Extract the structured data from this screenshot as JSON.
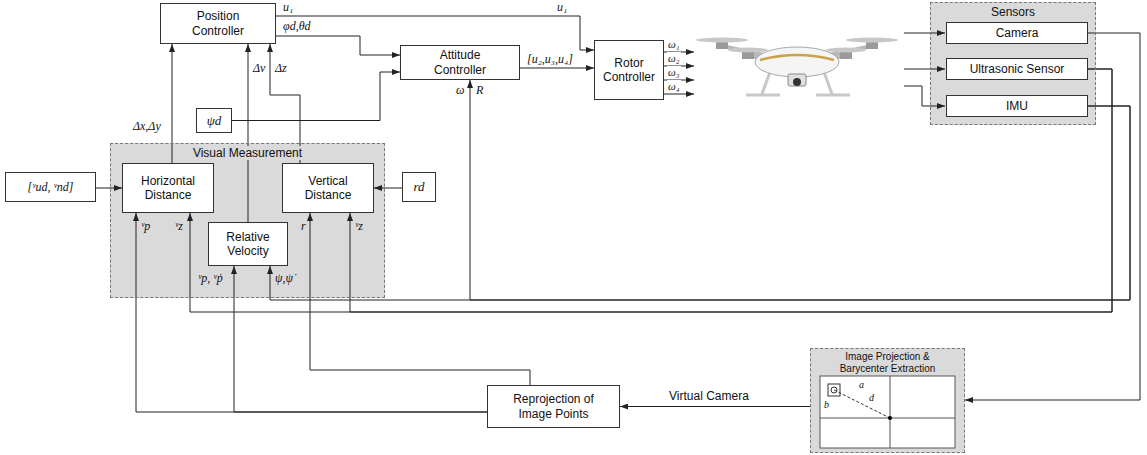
{
  "diagram": {
    "nodes": [
      {
        "text": [
          "Position Controller"
        ]
      },
      {
        "text": [
          "Attitude Controller"
        ]
      },
      {
        "text": [
          "Rotor Controller"
        ]
      },
      {
        "text": [
          "Sensors"
        ]
      },
      {
        "text": [
          "Camera"
        ],
        "in": 3
      },
      {
        "text": [
          "Ultrasonic Sensor"
        ],
        "in": 3
      },
      {
        "text": [
          "IMU"
        ],
        "in": 3
      },
      {
        "text": [
          "ψd"
        ]
      },
      {
        "text": [
          "Visual Measurement"
        ]
      },
      {
        "text": [
          "Horizontal Distance"
        ],
        "in": 8
      },
      {
        "text": [
          "Vertical Distance"
        ],
        "in": 8
      },
      {
        "text": [
          "Relative Velocity"
        ],
        "in": 8
      },
      {
        "text": [
          "[ᵛud, ᵛnd]"
        ]
      },
      {
        "text": [
          "rd"
        ]
      },
      {
        "text": [
          "Image Projection & Barycenter Extraction"
        ]
      },
      {
        "text": [
          "Reprojection of Image Points"
        ]
      }
    ],
    "edges": [
      {
        "from": 0,
        "to": 2,
        "arrow": "to",
        "label": "u₁"
      },
      {
        "from": 0,
        "to": 1,
        "arrow": "to",
        "label": "φd,θd"
      },
      {
        "from": 1,
        "to": 2,
        "arrow": "to",
        "label": "[u₂,u₃,u₄]"
      },
      {
        "from": 7,
        "to": 1,
        "arrow": "to"
      },
      {
        "from": 9,
        "to": 0,
        "arrow": "to",
        "label": "Δx,Δy"
      },
      {
        "from": 11,
        "to": 0,
        "arrow": "to",
        "label": "Δv"
      },
      {
        "from": 10,
        "to": 0,
        "arrow": "to",
        "label": "Δz"
      },
      {
        "from": 12,
        "to": 9,
        "arrow": "to"
      },
      {
        "from": 13,
        "to": 10,
        "arrow": "to"
      },
      {
        "from": 6,
        "to": 1,
        "arrow": "to"
      },
      {
        "from": 6,
        "to": 11,
        "arrow": "to",
        "label": "ψ,ψ̇"
      },
      {
        "from": 5,
        "to": 9,
        "arrow": "to",
        "label": "ᵛz"
      },
      {
        "from": 5,
        "to": 10,
        "arrow": "to",
        "label": "ᵛz"
      },
      {
        "from": 4,
        "to": 14,
        "arrow": "to"
      },
      {
        "from": 14,
        "to": 15,
        "arrow": "to",
        "label": "Virtual Camera"
      },
      {
        "from": 15,
        "to": 9,
        "arrow": "to",
        "label": "ᵛp"
      },
      {
        "from": 15,
        "to": 11,
        "arrow": "to",
        "label": "ᵛp, ᵛṗ"
      },
      {
        "from": 15,
        "to": 10,
        "arrow": "to",
        "label": "r"
      }
    ],
    "labels": [
      "u₁",
      "ω₁",
      "ω₂",
      "ω₃",
      "ω₄",
      "ω",
      "R",
      "a",
      "b",
      "d"
    ]
  }
}
